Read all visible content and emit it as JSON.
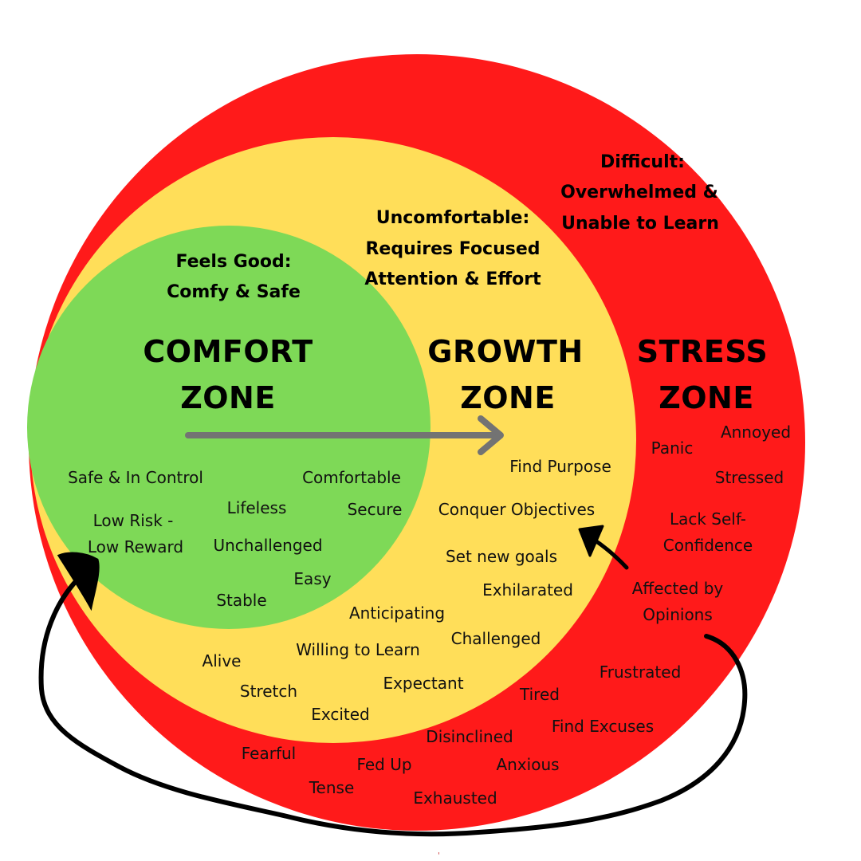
{
  "colors": {
    "comfort": "#7ed957",
    "growth": "#ffde59",
    "stress": "#ff1a1a",
    "arrow": "#737373",
    "ink": "#000000"
  },
  "zones": {
    "comfort": {
      "title_line1": "COMFORT",
      "title_line2": "ZONE",
      "subtitle_line1": "Feels Good:",
      "subtitle_line2": "Comfy & Safe",
      "feelings": [
        "Safe & In Control",
        "Comfortable",
        "Lifeless",
        "Secure",
        "Low Risk -",
        "Low Reward",
        "Unchallenged",
        "Easy",
        "Stable"
      ]
    },
    "growth": {
      "title_line1": "GROWTH",
      "title_line2": "ZONE",
      "subtitle_line1": "Uncomfortable:",
      "subtitle_line2": "Requires Focused",
      "subtitle_line3": "Attention & Effort",
      "feelings": [
        "Find Purpose",
        "Conquer Objectives",
        "Set new goals",
        "Exhilarated",
        "Anticipating",
        "Challenged",
        "Willing to Learn",
        "Alive",
        "Expectant",
        "Stretch",
        "Excited"
      ]
    },
    "stress": {
      "title_line1": "STRESS",
      "title_line2": "ZONE",
      "subtitle_line1": "Difficult:",
      "subtitle_line2": "Overwhelmed &",
      "subtitle_line3": "Unable to Learn",
      "feelings": [
        "Annoyed",
        "Panic",
        "Stressed",
        "Lack Self-",
        "Confidence",
        "Affected by",
        "Opinions",
        "Frustrated",
        "Tired",
        "Find Excuses",
        "Disinclined",
        "Anxious",
        "Fearful",
        "Fed Up",
        "Tense",
        "Exhausted"
      ]
    }
  },
  "icons": {
    "progress_arrow": "arrow-right-icon",
    "pointer_arrow": "arrow-up-left-icon",
    "loop": "hand-drawn-loop-icon"
  }
}
